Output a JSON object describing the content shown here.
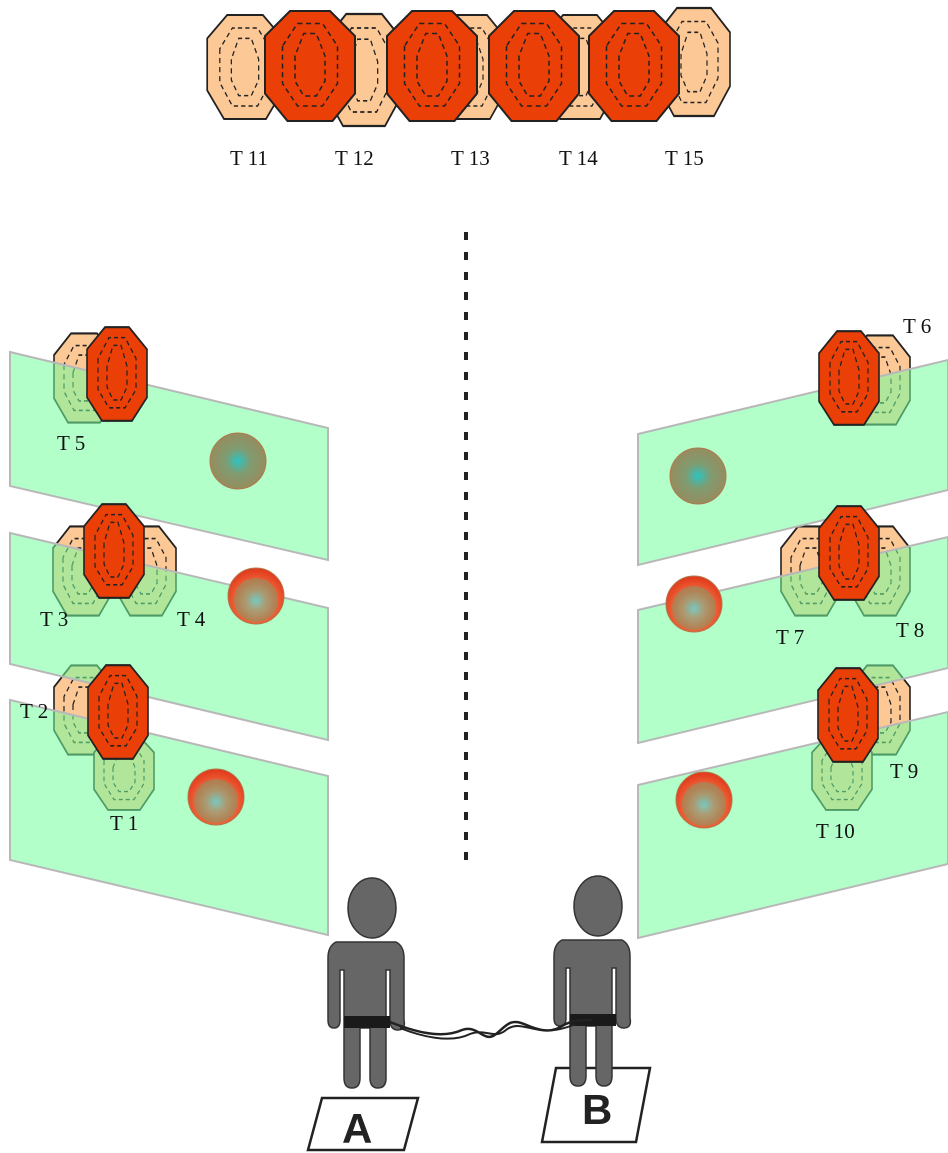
{
  "colors": {
    "target_light": "#fcc896",
    "target_red": "#ea3f06",
    "panel": "#73ff9f",
    "person": "#666666",
    "belt": "#1a1a1a",
    "centerline": "#222222"
  },
  "labels": {
    "t1": "T 1",
    "t2": "T 2",
    "t3": "T 3",
    "t4": "T 4",
    "t5": "T 5",
    "t6": "T 6",
    "t7": "T 7",
    "t8": "T 8",
    "t9": "T 9",
    "t10": "T 10",
    "t11": "T 11",
    "t12": "T 12",
    "t13": "T 13",
    "t14": "T 14",
    "t15": "T 15"
  },
  "stations": {
    "a": "A",
    "b": "B"
  }
}
